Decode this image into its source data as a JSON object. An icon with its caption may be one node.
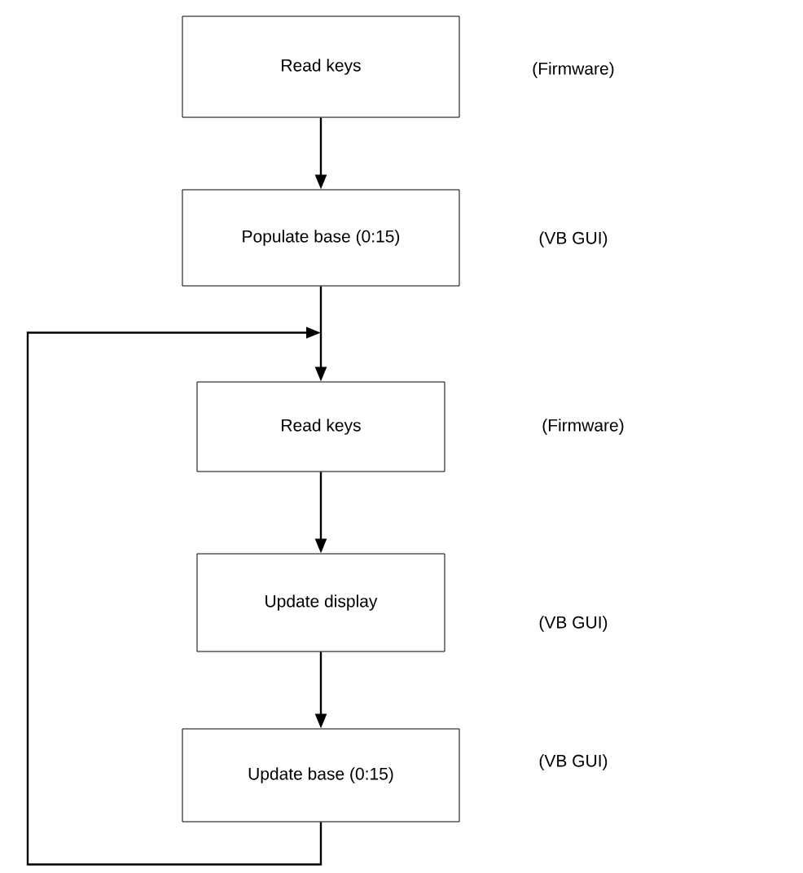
{
  "diagram": {
    "nodes": [
      {
        "text": [
          "Read keys"
        ]
      },
      {
        "text": [
          "Populate base (0:15)"
        ]
      },
      {
        "text": [
          "Read keys"
        ]
      },
      {
        "text": [
          "Update display"
        ]
      },
      {
        "text": [
          "Update base (0:15)"
        ]
      }
    ],
    "edges": [
      {
        "from": 0,
        "to": 1,
        "arrow": "to"
      },
      {
        "from": 1,
        "to": 2,
        "arrow": "to"
      },
      {
        "from": 2,
        "to": 3,
        "arrow": "to"
      },
      {
        "from": 3,
        "to": 4,
        "arrow": "to"
      },
      {
        "from": 4,
        "to": 2,
        "arrow": "to"
      }
    ],
    "labels": [
      "(Firmware)",
      "(VB GUI)",
      "(Firmware)",
      "(VB GUI)",
      "(VB GUI)"
    ]
  }
}
